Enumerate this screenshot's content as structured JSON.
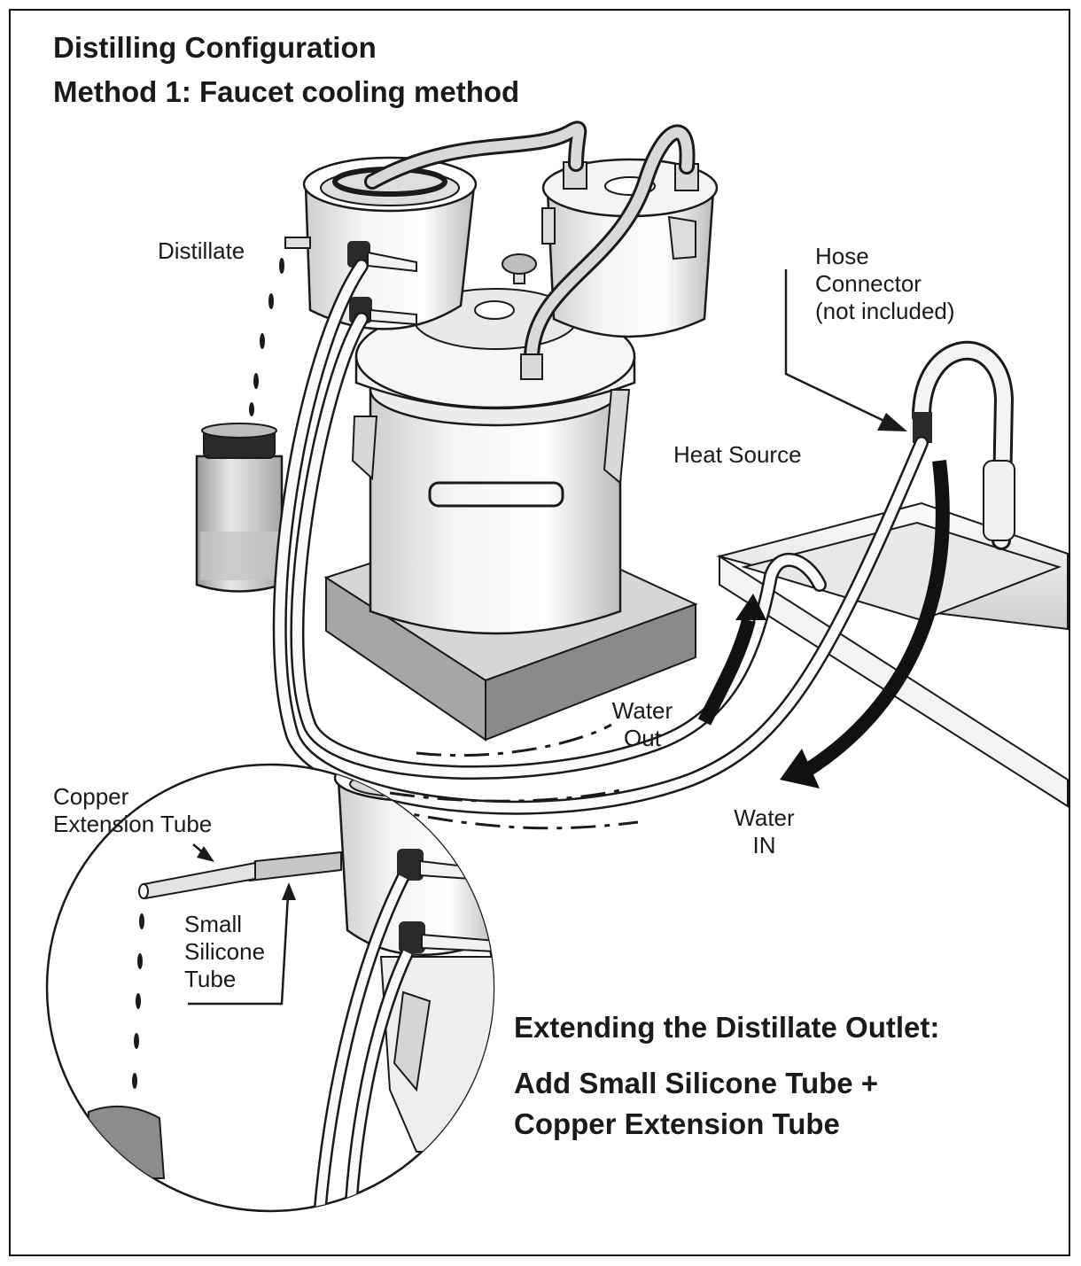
{
  "header": {
    "title": "Distilling Configuration",
    "subtitle": "Method 1: Faucet cooling method"
  },
  "labels": {
    "distillate": "Distillate",
    "hose_connector": [
      "Hose",
      "Connector",
      "(not included)"
    ],
    "heat_source": "Heat Source",
    "water_out": [
      "Water",
      "Out"
    ],
    "water_in": [
      "Water",
      "IN"
    ],
    "copper_extension_tube": [
      "Copper",
      "Extension Tube"
    ],
    "small_silicone_tube": [
      "Small",
      "Silicone",
      "Tube"
    ]
  },
  "callout": {
    "heading": "Extending the Distillate Outlet:",
    "body": [
      "Add Small Silicone Tube +",
      "Copper Extension Tube"
    ]
  },
  "colors": {
    "ink": "#1a1a1a",
    "metal_fill": "#f2f2f2",
    "metal_shade": "#d4d4d4",
    "base_fill": "#c9c9c9",
    "base_side": "#8f8f8f",
    "liquid": "#b9b9b9"
  }
}
